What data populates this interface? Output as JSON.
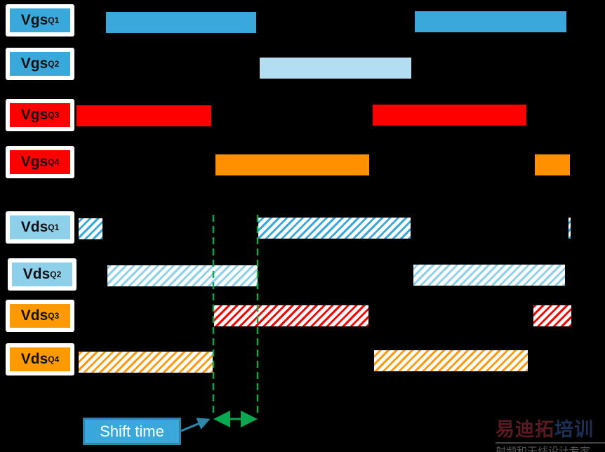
{
  "signals": [
    {
      "id": "vgs_q1",
      "base": "Vgs",
      "sub": "Q1",
      "color": "#3aa8da"
    },
    {
      "id": "vgs_q2",
      "base": "Vgs",
      "sub": "Q2",
      "color": "#3aa8da"
    },
    {
      "id": "vgs_q3",
      "base": "Vgs",
      "sub": "Q3",
      "color": "#ff0000"
    },
    {
      "id": "vgs_q4",
      "base": "Vgs",
      "sub": "Q4",
      "color": "#ff0000"
    },
    {
      "id": "vds_q1",
      "base": "Vds",
      "sub": "Q1",
      "color": "#8ecfea"
    },
    {
      "id": "vds_q2",
      "base": "Vds",
      "sub": "Q2",
      "color": "#8ecfea"
    },
    {
      "id": "vds_q3",
      "base": "Vds",
      "sub": "Q3",
      "color": "#ff9900"
    },
    {
      "id": "vds_q4",
      "base": "Vds",
      "sub": "Q4",
      "color": "#ff9900"
    }
  ],
  "annotation": {
    "shift_time_label": "Shift time",
    "line_color": "#0aa84f"
  },
  "watermark": {
    "title_a": "易迪拓",
    "title_b": "培训",
    "subtitle": "射频和天线设计专家"
  }
}
